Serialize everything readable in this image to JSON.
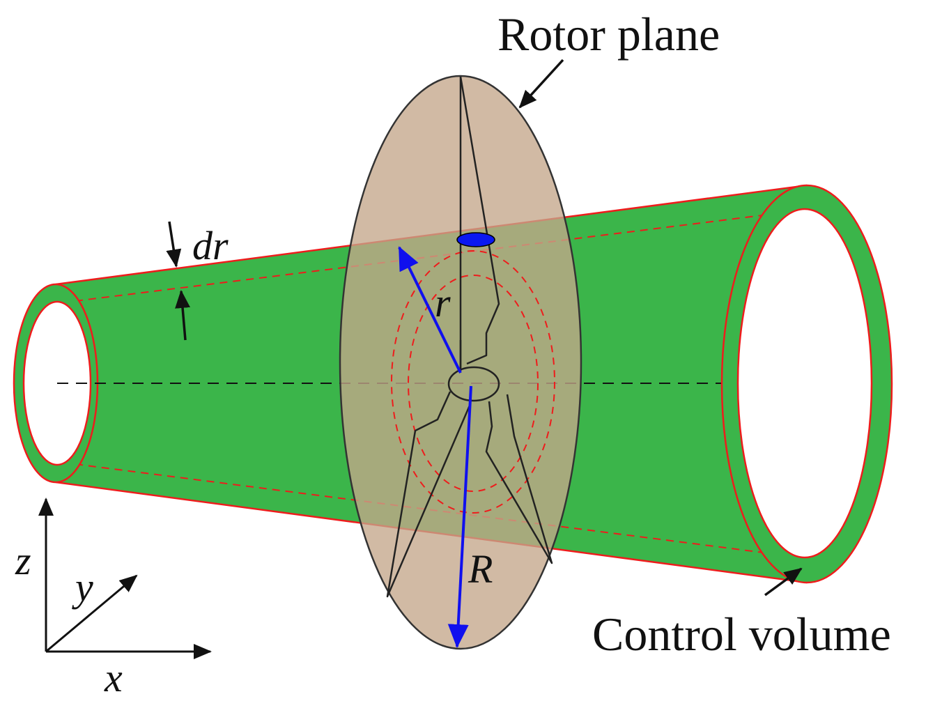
{
  "labels": {
    "rotor_plane": "Rotor plane",
    "control_volume": "Control volume",
    "dr": "dr",
    "r": "r",
    "R": "R",
    "x": "x",
    "y": "y",
    "z": "z"
  },
  "colors": {
    "tube_fill": "#3bb54a",
    "tube_outline": "#ee1c1c",
    "rotor_disk": "#c4a78a",
    "radius_arrows": "#1010ee",
    "hub_marker": "#0a18f0",
    "ink": "#111111"
  }
}
